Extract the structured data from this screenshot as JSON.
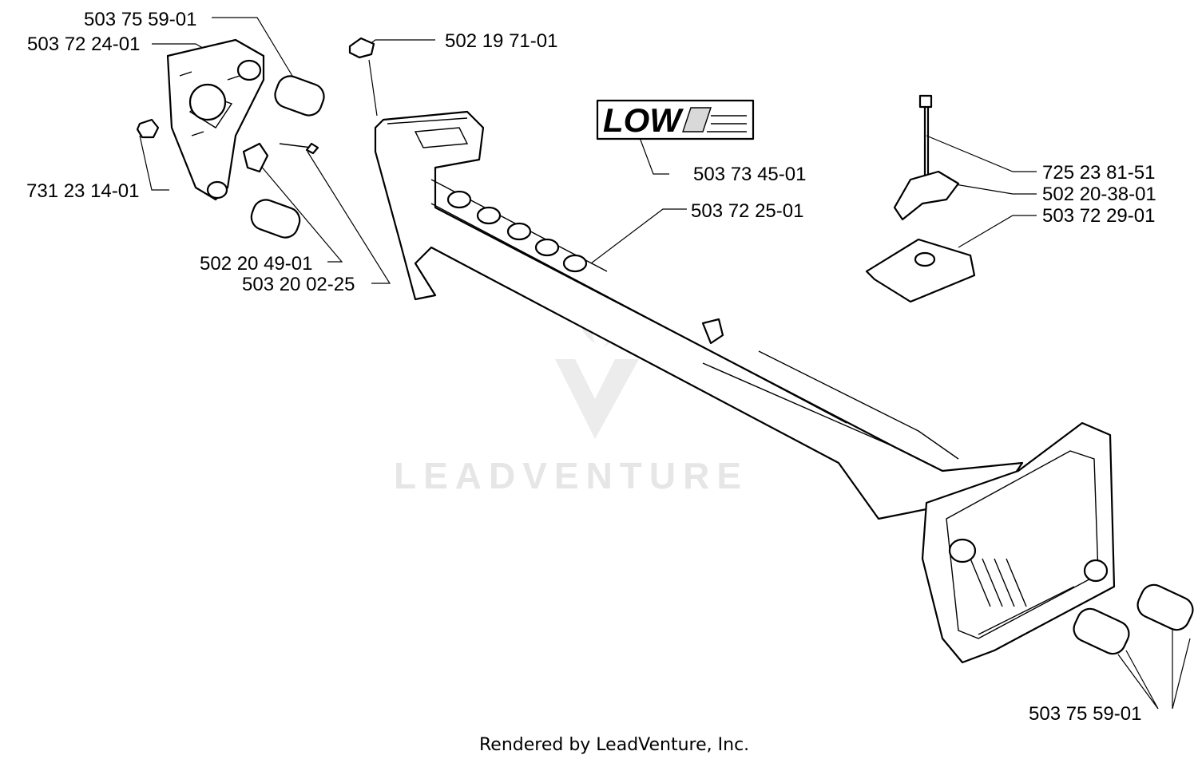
{
  "diagram": {
    "labels": {
      "l1": "503 75 59-01",
      "l2": "503 72 24-01",
      "l3": "502 19 71-01",
      "l4": "731 23 14-01",
      "l5": "503 73 45-01",
      "l6": "725 23 81-51",
      "l7": "502 20-38-01",
      "l8": "503 72 29-01",
      "l9": "503 72 25-01",
      "l10": "502 20 49-01",
      "l11": "503 20 02-25",
      "l12": "503 75 59-01"
    },
    "logo_text": "LOW",
    "watermark": "LEADVENTURE",
    "footer": "Rendered by LeadVenture, Inc."
  },
  "colors": {
    "line": "#000000",
    "watermark": "#e6e6e6",
    "background": "#ffffff"
  }
}
